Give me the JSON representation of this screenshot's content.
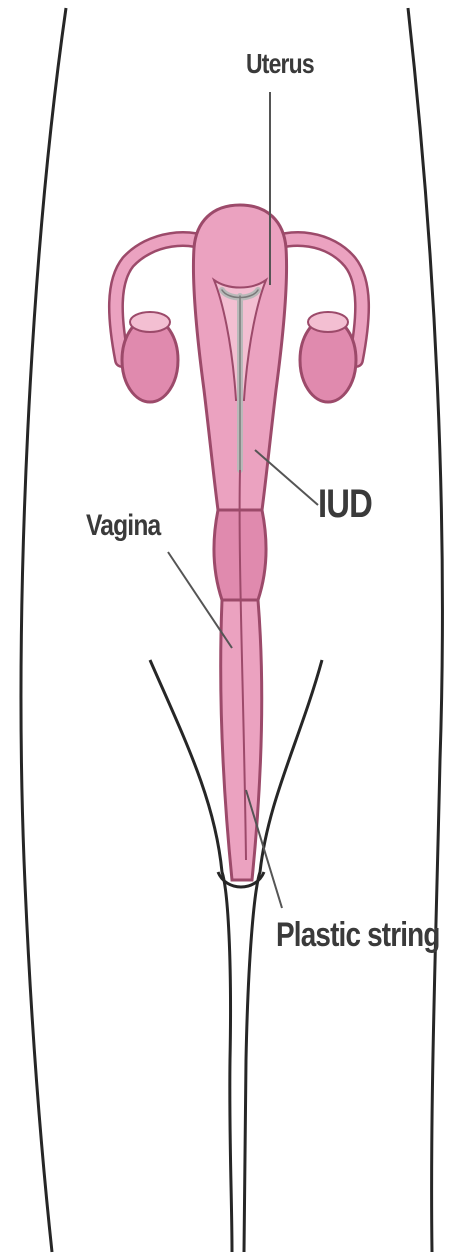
{
  "labels": {
    "uterus": "Uterus",
    "iud": "IUD",
    "vagina": "Vagina",
    "plastic_string": "Plastic string"
  },
  "colors": {
    "tissue_fill": "#eba2c0",
    "tissue_light": "#f3bfd2",
    "tissue_outline": "#9c4a6a",
    "ovary_fill": "#e08aae",
    "iud_gray": "#b9b9b9",
    "outline": "#262626",
    "leader_line": "#555555",
    "label_text": "#3a3a3a",
    "background": "#ffffff",
    "frame": "#000000"
  }
}
